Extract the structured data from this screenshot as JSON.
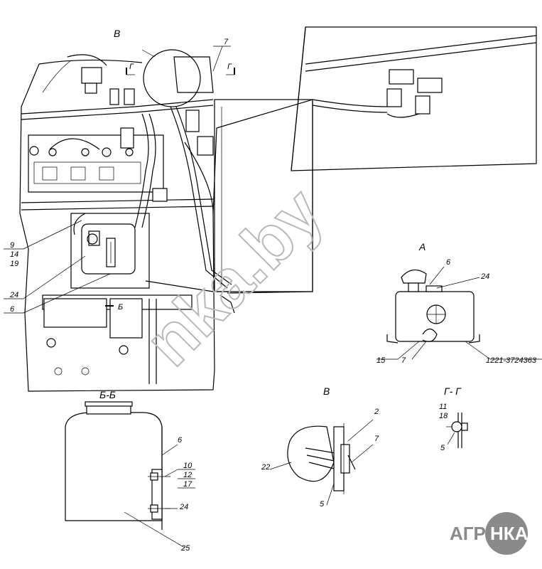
{
  "views": {
    "main_callout_v": "В",
    "section_g_left": "Г",
    "section_g_right": "Г",
    "section_b_marker": "Б",
    "view_a_title": "А",
    "view_bb_title": "Б-Б",
    "view_v_title": "В",
    "view_gg_title": "Г- Г"
  },
  "labels": {
    "main_7": "7",
    "main_9": "9",
    "main_14": "14",
    "main_19": "19",
    "main_24": "24",
    "main_6": "6",
    "a_6": "6",
    "a_24": "24",
    "a_15": "15",
    "a_7": "7",
    "a_part": "1221-3724363",
    "bb_6": "6",
    "bb_10": "10",
    "bb_12": "12",
    "bb_17": "17",
    "bb_24": "24",
    "bb_25": "25",
    "v_2": "2",
    "v_7": "7",
    "v_22": "22",
    "v_5": "5",
    "gg_11": "11",
    "gg_18": "18",
    "gg_5": "5"
  },
  "watermark": "nka.by",
  "logo": {
    "left": "АГРО",
    "right": "НКА"
  }
}
